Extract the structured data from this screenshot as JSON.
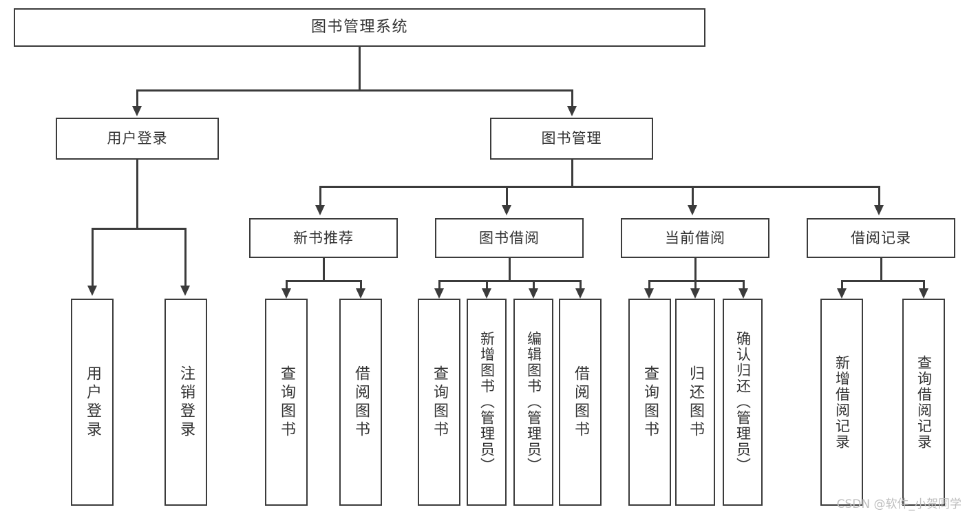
{
  "diagram": {
    "type": "tree",
    "title": "图书管理系统",
    "root": "图书管理系统",
    "level2": [
      {
        "label": "用户登录"
      },
      {
        "label": "图书管理"
      }
    ],
    "level3": [
      {
        "label": "新书推荐"
      },
      {
        "label": "图书借阅"
      },
      {
        "label": "当前借阅"
      },
      {
        "label": "借阅记录"
      }
    ],
    "leaves": {
      "user_login": [
        {
          "label": "用户登录"
        },
        {
          "label": "注销登录"
        }
      ],
      "new_book_recommend": [
        {
          "label": "查询图书"
        },
        {
          "label": "借阅图书"
        }
      ],
      "book_borrow": [
        {
          "label": "查询图书"
        },
        {
          "label": "新增图书（管理员）"
        },
        {
          "label": "编辑图书（管理员）"
        },
        {
          "label": "借阅图书"
        }
      ],
      "current_borrow": [
        {
          "label": "查询图书"
        },
        {
          "label": "归还图书"
        },
        {
          "label": "确认归还（管理员）"
        }
      ],
      "borrow_record": [
        {
          "label": "新增借阅记录"
        },
        {
          "label": "查询借阅记录"
        }
      ]
    },
    "colors": {
      "stroke": "#3b3b3b",
      "text": "#333333",
      "background": "#ffffff",
      "watermark": "#bdbdbd"
    }
  },
  "watermark": {
    "text": "CSDN @软件_小贺同学"
  }
}
